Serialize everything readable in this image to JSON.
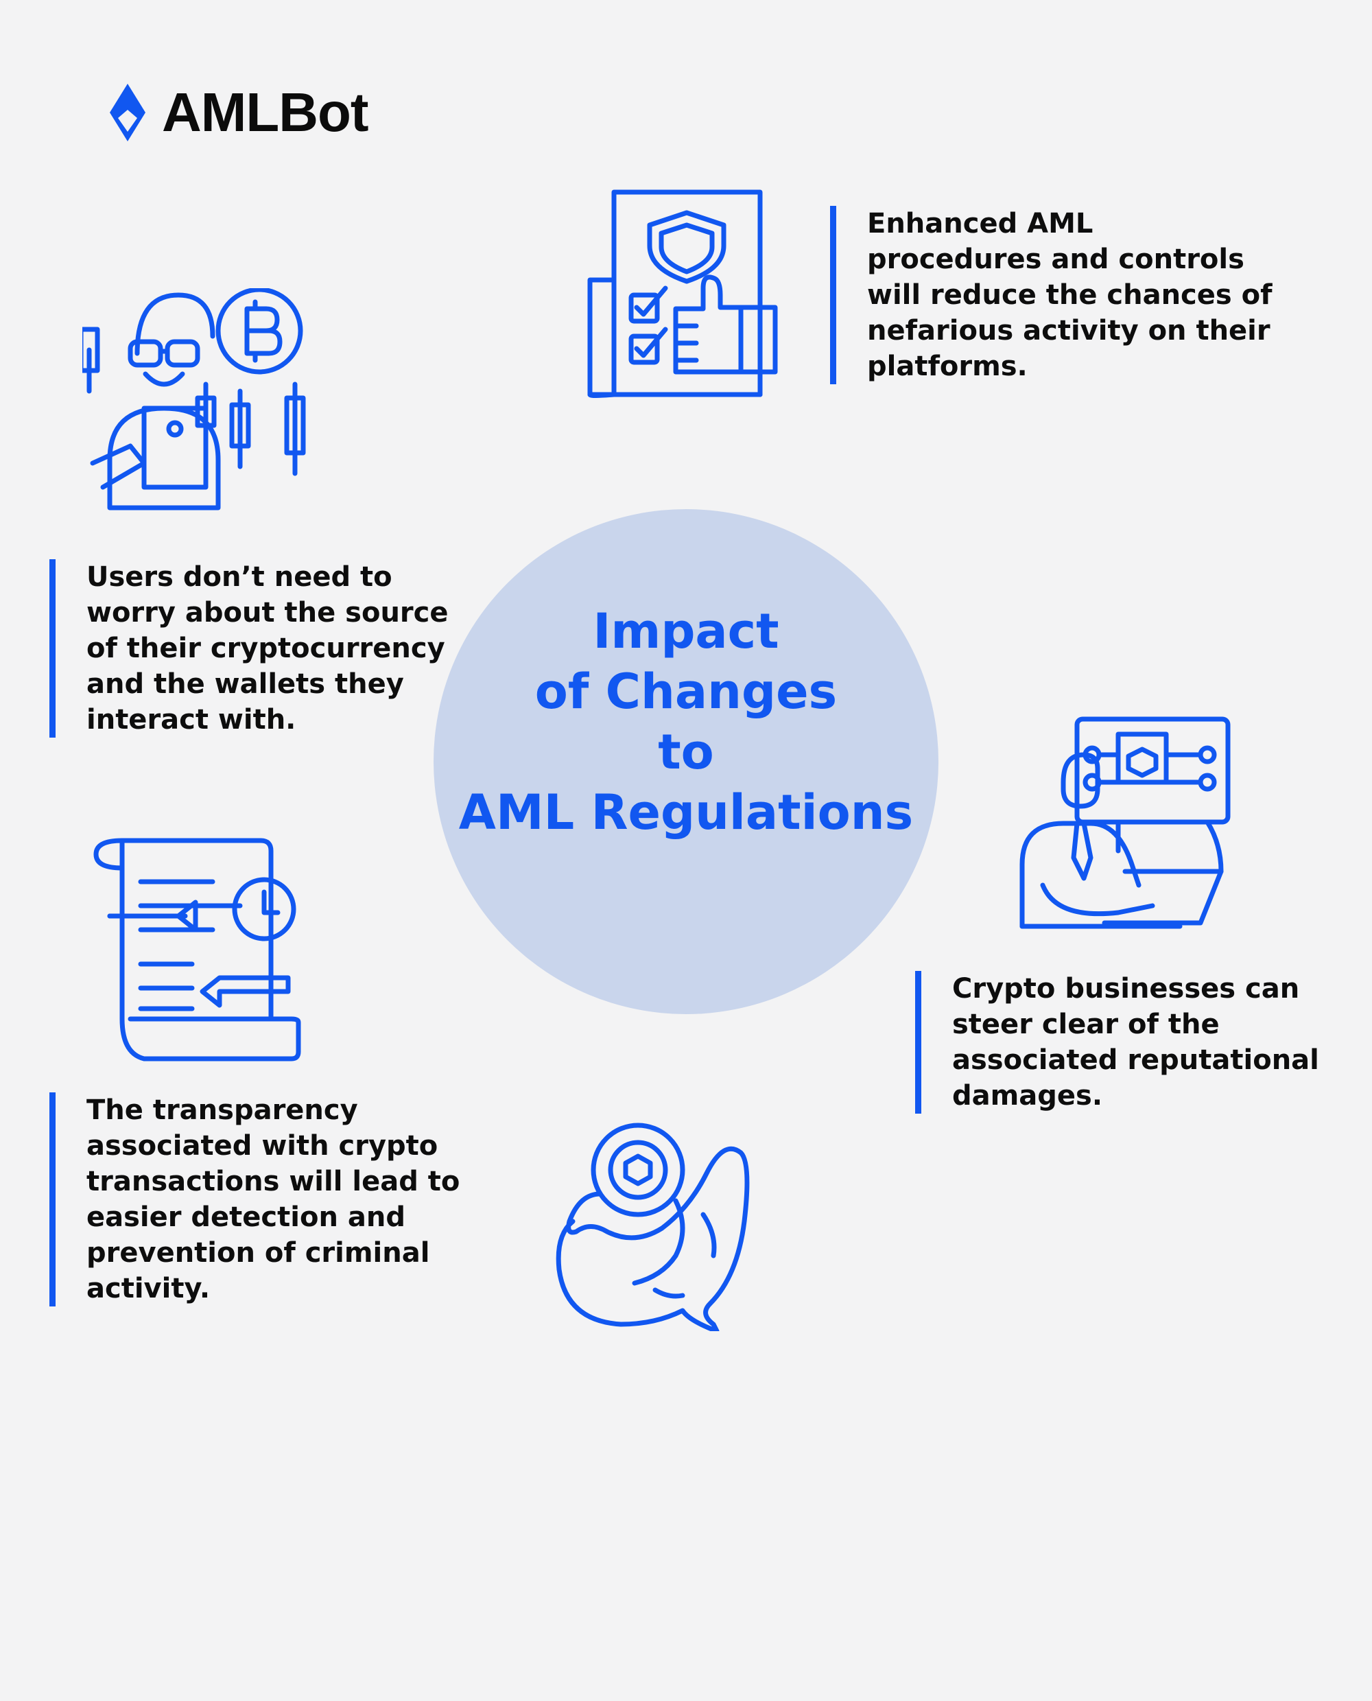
{
  "brand": {
    "name": "AMLBot",
    "accent": "#1157f0"
  },
  "title": {
    "line1": "Impact",
    "line2": "of Changes",
    "line3": "to",
    "line4": "AML Regulations"
  },
  "items": [
    {
      "icon": "shield-document-thumbs-up-icon",
      "lines": [
        "Enhanced AML",
        "procedures and controls",
        "will reduce the chances of",
        "nefarious activity on their",
        "platforms."
      ]
    },
    {
      "icon": "crypto-trader-bitcoin-icon",
      "lines": [
        "Users don’t need to",
        "worry about the source",
        "of their cryptocurrency",
        "and the wallets they",
        "interact with."
      ]
    },
    {
      "icon": "businessman-crypto-screen-icon",
      "lines": [
        "Crypto businesses can",
        "steer clear of the",
        "associated reputational",
        "damages."
      ]
    },
    {
      "icon": "transaction-document-clock-icon",
      "lines": [
        "The transparency",
        "associated with crypto",
        "transactions will lead to",
        "easier detection and",
        "prevention of criminal",
        "activity."
      ]
    },
    {
      "icon": "whale-crypto-coin-icon",
      "lines": []
    }
  ]
}
